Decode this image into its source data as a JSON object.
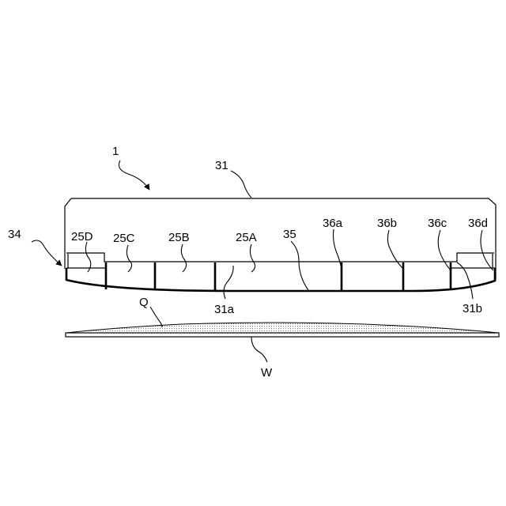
{
  "labels": {
    "device": "1",
    "housing": "31",
    "nozzle_unit": "34",
    "region_d": "25D",
    "region_c": "25C",
    "region_b": "25B",
    "region_a": "25A",
    "bottom_surface": "35",
    "partition_a": "36a",
    "partition_b": "36b",
    "partition_c": "36c",
    "partition_d": "36d",
    "recess_a": "31a",
    "recess_b": "31b",
    "liquid_film": "Q",
    "wafer": "W"
  },
  "colors": {
    "line": "#000000",
    "background": "#ffffff",
    "dot_fill": "#555555"
  }
}
